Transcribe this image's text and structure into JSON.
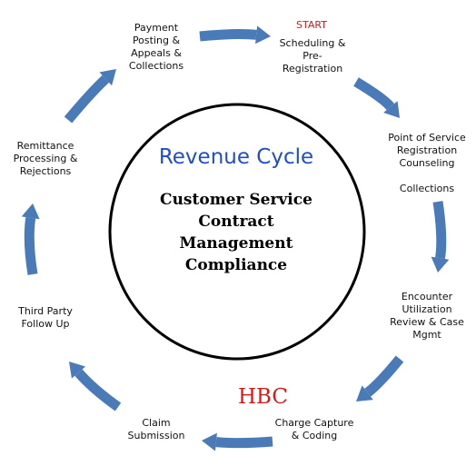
{
  "center": {
    "title": "Revenue Cycle",
    "lines": [
      "Customer Service",
      "Contract",
      "Management",
      "Compliance"
    ]
  },
  "brand": {
    "text": "HBC",
    "color": "#d81818"
  },
  "start_label": "START",
  "steps": [
    {
      "key": "scheduling",
      "lines": [
        "Scheduling &",
        "Pre-",
        "Registration"
      ]
    },
    {
      "key": "point-of-service",
      "lines": [
        "Point of Service",
        "Registration",
        "Counseling",
        "",
        "Collections"
      ]
    },
    {
      "key": "encounter",
      "lines": [
        "Encounter",
        "Utilization",
        "Review & Case",
        "Mgmt"
      ]
    },
    {
      "key": "charge-capture",
      "lines": [
        "Charge Capture",
        "& Coding"
      ]
    },
    {
      "key": "claim-submission",
      "lines": [
        "Claim",
        "Submission"
      ]
    },
    {
      "key": "third-party",
      "lines": [
        "Third Party",
        "Follow Up"
      ]
    },
    {
      "key": "remittance",
      "lines": [
        "Remittance",
        "Processing &",
        "Rejections"
      ]
    },
    {
      "key": "payment-posting",
      "lines": [
        "Payment",
        "Posting &",
        "Appeals &",
        "Collections"
      ]
    }
  ],
  "colors": {
    "arrow": "#4a7ab8",
    "circle": "#000000",
    "title": "#1f4fc4",
    "start": "#e01515"
  }
}
